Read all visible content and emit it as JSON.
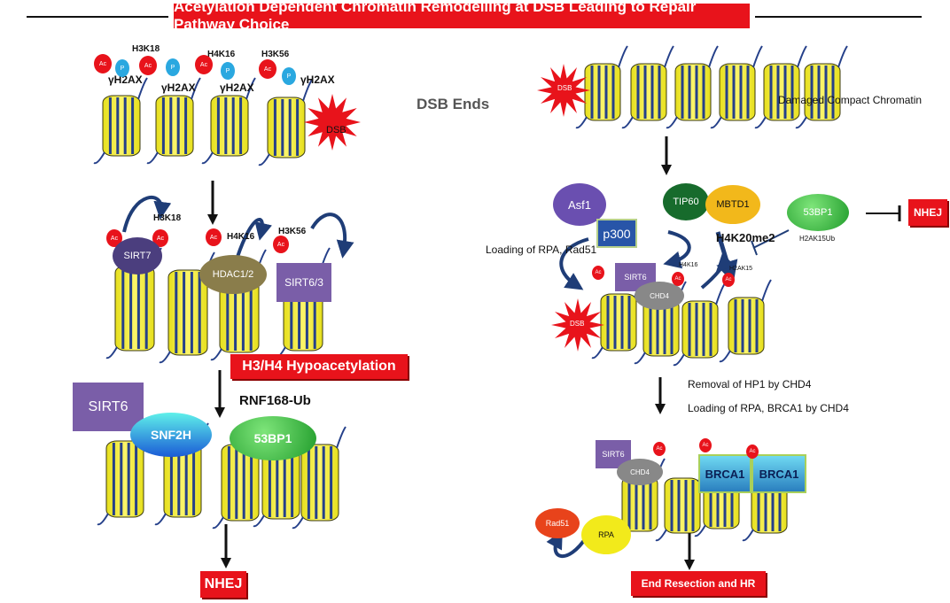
{
  "title": "Acetylation Dependent Chromatin Remodelling at DSB Leading to Repair Pathway Choice",
  "center_label": "DSB Ends",
  "left": {
    "panel1": {
      "marks": [
        "H3K18",
        "H4K16",
        "H3K56"
      ],
      "gamma": [
        "γH2AX",
        "γH2AX",
        "γH2AX",
        "γH2AX"
      ],
      "ac": "Ac",
      "p": "P",
      "dsb": "DSB"
    },
    "panel2": {
      "marks": [
        "H3K18",
        "H4K16",
        "H3K56"
      ],
      "sirt7": "SIRT7",
      "hdac": "HDAC1/2",
      "sirt63": "SIRT6/3"
    },
    "hypo_box": "H3/H4 Hypoacetylation",
    "panel3": {
      "rnf": "RNF168-Ub",
      "sirt6": "SIRT6",
      "snf2h": "SNF2H",
      "bp53": "53BP1"
    },
    "nhej": "NHEJ"
  },
  "right": {
    "damaged": "Damaged Compact Chromatin",
    "dsb": "DSB",
    "panel2": {
      "asf1": "Asf1",
      "p300": "p300",
      "tip60": "TIP60",
      "mbtd1": "MBTD1",
      "bp53": "53BP1",
      "h4k20": "H4K20me2",
      "h2ak15ub": "H2AK15Ub",
      "loading": "Loading of RPA, Rad51",
      "sirt6": "SIRT6",
      "chd4": "CHD4",
      "h4k16": "H4K16",
      "h2ak15": "H2AK15",
      "nhej": "NHEJ"
    },
    "removal": "Removal of HP1 by CHD4",
    "loading2": "Loading of RPA, BRCA1 by CHD4",
    "panel3": {
      "sirt6": "SIRT6",
      "chd4": "CHD4",
      "brca1": [
        "BRCA1",
        "BRCA1"
      ],
      "rad51": "Rad51",
      "rpa": "RPA"
    },
    "end_box": "End Resection and HR"
  }
}
